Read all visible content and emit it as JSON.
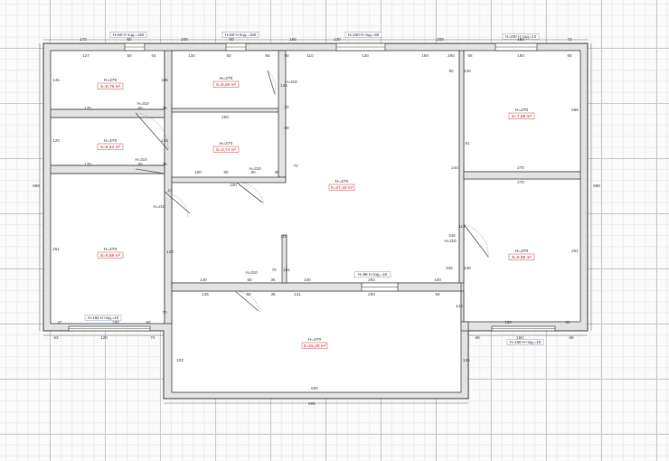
{
  "colors": {
    "wall": "#444444",
    "wall_fill": "#e2e2e2",
    "area_text": "#c0202a",
    "grid_major": "#c9c9c9",
    "grid_minor": "#ececec"
  },
  "rooms": [
    {
      "height": "H=270",
      "area": "S=6,79 m²"
    },
    {
      "height": "H=270",
      "area": "S=5,24 m²"
    },
    {
      "height": "H=270",
      "area": "S=9,58 m²"
    },
    {
      "height": "H=270",
      "area": "S=5,26 m²"
    },
    {
      "height": "H=270",
      "area": "S=3,74 m²"
    },
    {
      "height": "H=270",
      "area": "S=27,43 m²"
    },
    {
      "height": "H=270",
      "area": "S=7,58 m²"
    },
    {
      "height": "H=270",
      "area": "S=9,58 m²"
    },
    {
      "height": "H=270",
      "area": "S=15,28 m²"
    }
  ],
  "windows": [
    {
      "text": "H=50 H под.=150"
    },
    {
      "text": "H=50 H под.=150"
    },
    {
      "text": "H=150 H под.=60"
    },
    {
      "text": "H=200 H под.=10"
    },
    {
      "text": "H=150 H под.=10"
    },
    {
      "text": "H=150 H под.=10"
    },
    {
      "text": "H=98 H под.=10"
    }
  ],
  "doors": [
    "H=210",
    "H=210",
    "H=210",
    "H=210",
    "H=210",
    "H=210",
    "H=210"
  ],
  "dimensions": [
    "170",
    "50",
    "208",
    "50",
    "186",
    "130",
    "208",
    "150",
    "73",
    "127",
    "50",
    "64",
    "134",
    "50",
    "64",
    "110",
    "130",
    "159",
    "65",
    "150",
    "65",
    "170",
    "60",
    "35",
    "250",
    "170",
    "60",
    "35",
    "150",
    "60",
    "80",
    "35",
    "100",
    "270",
    "270",
    "140",
    "60",
    "35",
    "100",
    "293",
    "100",
    "135",
    "60",
    "35",
    "141",
    "293",
    "94",
    "47",
    "100",
    "68",
    "150",
    "51",
    "63",
    "120",
    "74",
    "68",
    "150",
    "68",
    "600",
    "665",
    "686",
    "145",
    "120",
    "251",
    "185",
    "145",
    "686",
    "585",
    "251",
    "80",
    "244",
    "90",
    "260",
    "91",
    "345",
    "108",
    "115",
    "130",
    "10",
    "181",
    "70",
    "103",
    "136",
    "145",
    "70",
    "113",
    "345",
    "145",
    "20",
    "126",
    "90",
    "70"
  ]
}
